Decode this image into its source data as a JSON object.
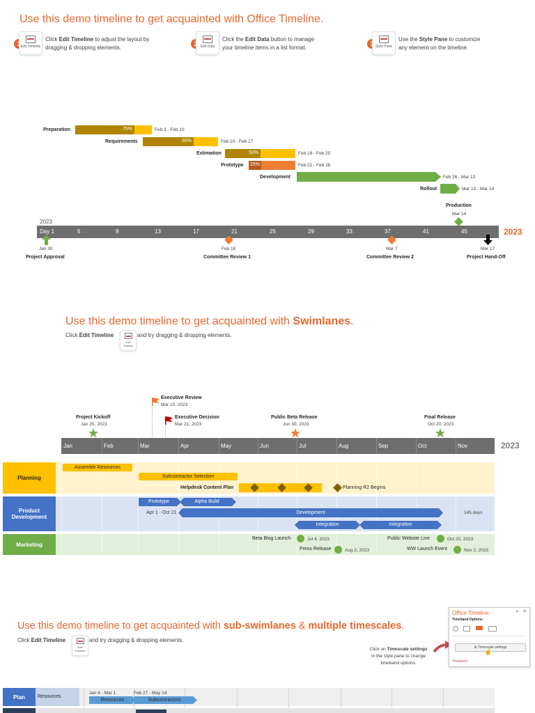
{
  "colors": {
    "accent": "#E8662C",
    "gold": "#B08400",
    "yellow": "#FFC000",
    "orange": "#ED7D31",
    "green": "#70AD47",
    "blue": "#4472C4",
    "gray": "#6E6E6E"
  },
  "demo1": {
    "title": "Use this demo timeline to get acquainted with Office Timeline.",
    "steps": [
      {
        "num": "1",
        "icon": "edit-timeline-icon",
        "icon_label": "Edit Timeline",
        "pre": "Click ",
        "bold": "Edit Timeline",
        "post": " to adjust the layout by",
        "line2": "dragging & dropping elements."
      },
      {
        "num": "2",
        "icon": "edit-data-icon",
        "icon_label": "Edit Data",
        "pre": "Click the ",
        "bold": "Edit Data",
        "post": " button to manage",
        "line2": "your timeline items in a list format."
      },
      {
        "num": "3",
        "icon": "style-pane-icon",
        "icon_label": "Style Pane",
        "pre": "Use the ",
        "bold": "Style Pane",
        "post": " to customize",
        "line2": "any element on the timeline."
      }
    ],
    "tasks": [
      {
        "name": "Preparation",
        "pct": "75%",
        "dates": "Feb 3 - Feb 10"
      },
      {
        "name": "Requirements",
        "pct": "65%",
        "dates": "Feb 10 - Feb 17"
      },
      {
        "name": "Estimation",
        "pct": "50%",
        "dates": "Feb 18 - Feb 25"
      },
      {
        "name": "Prototype",
        "pct": "25%",
        "dates": "Feb 21 - Feb 26"
      },
      {
        "name": "Development",
        "pct": "",
        "dates": "Feb 26 - Mar 13"
      },
      {
        "name": "Rollout",
        "pct": "",
        "dates": "Mar 13 - Mar 14"
      }
    ],
    "production": {
      "name": "Production",
      "date": "Mar 14"
    },
    "year_left": "2023",
    "year_right": "2023",
    "ticks": [
      "Day 1",
      "5",
      "9",
      "13",
      "17",
      "21",
      "25",
      "29",
      "33",
      "37",
      "41",
      "45"
    ],
    "milestones": [
      {
        "date": "Jan 30",
        "name": "Project Approval"
      },
      {
        "date": "Feb 18",
        "name": "Committee Review 1"
      },
      {
        "date": "Mar 7",
        "name": "Committee Review 2"
      },
      {
        "date": "Mar 17",
        "name": "Project Hand-Off"
      }
    ]
  },
  "demo2": {
    "title_pre": "Use this demo timeline to get acquainted with ",
    "title_bold": "Swimlanes",
    "title_post": ".",
    "sub_pre": "Click ",
    "sub_bold": "Edit Timeline",
    "sub_post": " and try dragging & dropping elements.",
    "icon_label": "Edit Timeline",
    "top_milestones": [
      {
        "name": "Executive Review",
        "date": "Mar 10, 2023"
      },
      {
        "name": "Project Kickoff",
        "date": "Jan 25, 2023"
      },
      {
        "name": "Executive Decision",
        "date": "Mar 21, 2023"
      },
      {
        "name": "Public Beta Release",
        "date": "Jun 30, 2023"
      },
      {
        "name": "Final Release",
        "date": "Oct 20, 2023"
      }
    ],
    "months": [
      "Jan",
      "Feb",
      "Mar",
      "Apr",
      "May",
      "Jun",
      "Jul",
      "Aug",
      "Sep",
      "Oct",
      "Nov"
    ],
    "year": "2023",
    "lanes": [
      {
        "name": "Planning"
      },
      {
        "name": "Product Development"
      },
      {
        "name": "Marketing"
      }
    ],
    "planning": {
      "assemble": "Assemble Resources",
      "subcontractor": "Subcontractor Selection",
      "helpdesk": "Helpdesk Content Plan",
      "r2": "Planning R2 Begins"
    },
    "product": {
      "prototype": "Prototype",
      "alpha": "Alpha Build",
      "range": "Apr 1 - Oct 21",
      "development": "Development",
      "days": "145 days",
      "integration1": "Integration",
      "integration2": "Integration"
    },
    "marketing": [
      {
        "name": "Beta Blog Launch",
        "date": "Jul 4, 2023"
      },
      {
        "name": "Press Release",
        "date": "Aug 2, 2023"
      },
      {
        "name": "Public Website Live",
        "date": "Oct 20, 2023"
      },
      {
        "name": "WW Launch Event",
        "date": "Nov 2, 2023"
      }
    ]
  },
  "demo3": {
    "title_pre": "Use this demo timeline to get acquainted with ",
    "title_b1": "sub-swimlanes",
    "title_mid": " & ",
    "title_b2": "multiple timescales",
    "title_post": ".",
    "sub_pre": "Click ",
    "sub_bold": "Edit Timeline",
    "sub_post": " and try dragging & dropping elements.",
    "icon_label": "Edit Timeline",
    "hint_pre": "Click on ",
    "hint_bold": "Timescale settings",
    "hint_line2": "in the style pane to change",
    "hint_line3": "timeband options.",
    "pane": {
      "title": "Office Timeline",
      "section": "Timeband Options",
      "button": "Timescale settings",
      "footer": "Timeband"
    },
    "lane": "Plan",
    "sublane": "Resources",
    "task1": {
      "dates": "Jan 6 - Mar 1",
      "name": "Resources"
    },
    "task2": {
      "dates": "Feb 27 - May 14",
      "name": "Subcontractors"
    }
  }
}
